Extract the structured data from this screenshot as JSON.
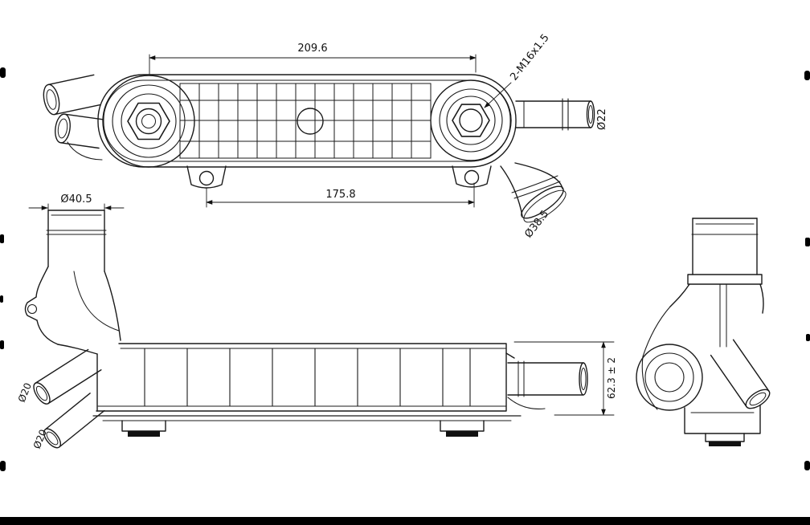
{
  "page": {
    "background_color": "#ffffff",
    "line_color": "#1a1a1a"
  },
  "top_view": {
    "dim_overall_length": "209.6",
    "thread_callout": "2-M16x1.5",
    "dim_outlet_pipe": "Ø22",
    "dim_mount_spacing": "175.8",
    "dim_elbow_pipe": "Ø38.5"
  },
  "side_view": {
    "dim_inlet_pipe": "Ø40.5",
    "dim_small_pipe_upper": "Ø20",
    "dim_small_pipe_lower": "Ø20",
    "dim_height": "62.3 ± 2"
  }
}
